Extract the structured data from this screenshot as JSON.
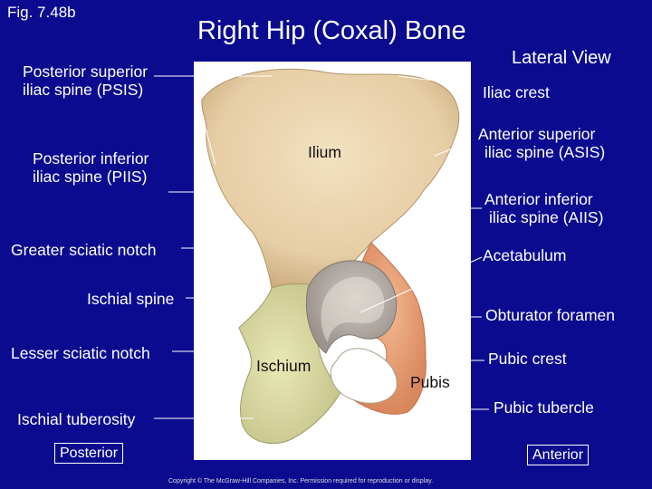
{
  "slide": {
    "figure_number": "Fig. 7.48b",
    "title": "Right Hip (Coxal) Bone",
    "view": "Lateral View",
    "copyright": "Copyright © The McGraw-Hill Companies, Inc. Permission required for reproduction or display."
  },
  "labels": {
    "psis": [
      "Posterior superior",
      "iliac spine (PSIS)"
    ],
    "piis": [
      "Posterior inferior",
      "iliac spine (PIIS)"
    ],
    "greater_sciatic_notch": "Greater sciatic notch",
    "ischial_spine": "Ischial spine",
    "lesser_sciatic_notch": "Lesser sciatic notch",
    "ischial_tuberosity": "Ischial tuberosity",
    "iliac_crest": "Iliac crest",
    "asis": [
      "Anterior superior",
      "iliac spine (ASIS)"
    ],
    "aiis": [
      "Anterior inferior",
      "iliac spine (AIIS)"
    ],
    "acetabulum": "Acetabulum",
    "obturator_foramen": "Obturator foramen",
    "pubic_crest": "Pubic crest",
    "pubic_tubercle": "Pubic tubercle",
    "ilium": "Ilium",
    "ischium": "Ischium",
    "pubis": "Pubis"
  },
  "orientation": {
    "posterior": "Posterior",
    "anterior": "Anterior"
  },
  "colors": {
    "background": "#0b0b8f",
    "ilium": "#e9d3ae",
    "ischium": "#dfe0a6",
    "pubis": "#eca57e",
    "acetabulum": "#bdb5b0",
    "leader_lines": "#ffffff"
  }
}
